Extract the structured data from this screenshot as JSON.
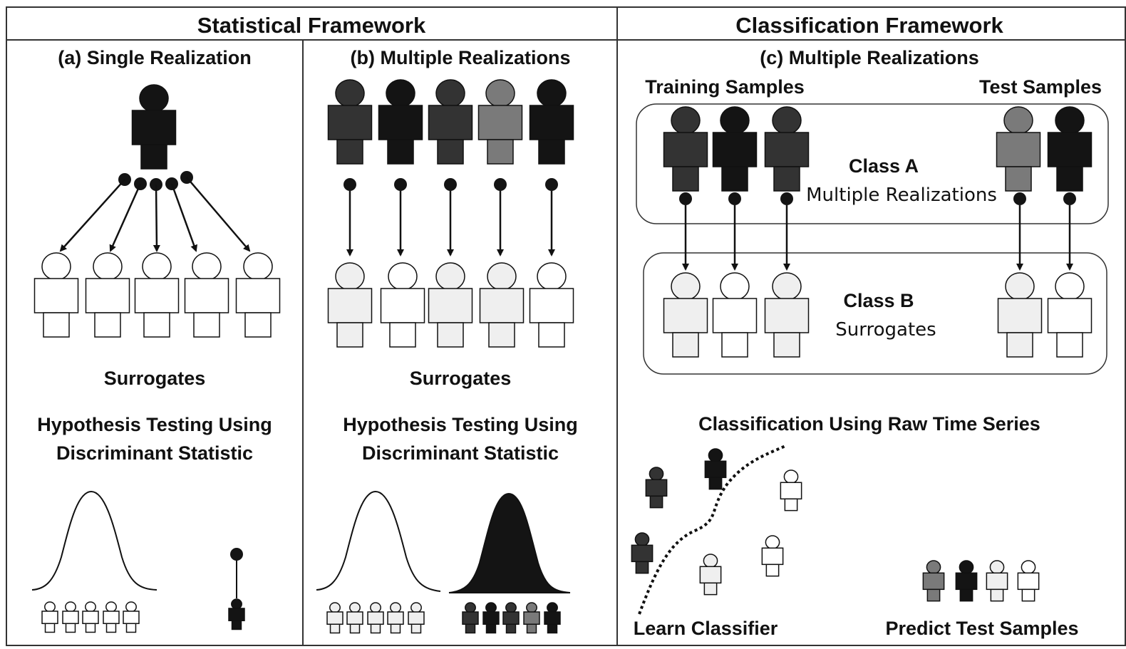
{
  "headers": {
    "statistical": "Statistical Framework",
    "classification": "Classification Framework"
  },
  "panel_a": {
    "title": "(a) Single Realization",
    "surrogates": "Surrogates",
    "hypothesis_line1": "Hypothesis Testing Using",
    "hypothesis_line2": "Discriminant Statistic"
  },
  "panel_b": {
    "title": "(b) Multiple Realizations",
    "surrogates": "Surrogates",
    "hypothesis_line1": "Hypothesis Testing Using",
    "hypothesis_line2": "Discriminant Statistic"
  },
  "panel_c": {
    "title": "(c) Multiple Realizations",
    "training": "Training Samples",
    "test": "Test Samples",
    "class_a": "Class A",
    "class_a_sub": "Multiple Realizations",
    "class_b": "Class B",
    "class_b_sub": "Surrogates",
    "classification_title": "Classification Using Raw Time Series",
    "learn": "Learn Classifier",
    "predict": "Predict Test Samples"
  },
  "colors": {
    "black": "#141414",
    "dark_gray": "#333333",
    "mid_gray": "#7a7a7a",
    "light_fill": "#efefef",
    "white": "#ffffff",
    "stroke": "#111111"
  }
}
